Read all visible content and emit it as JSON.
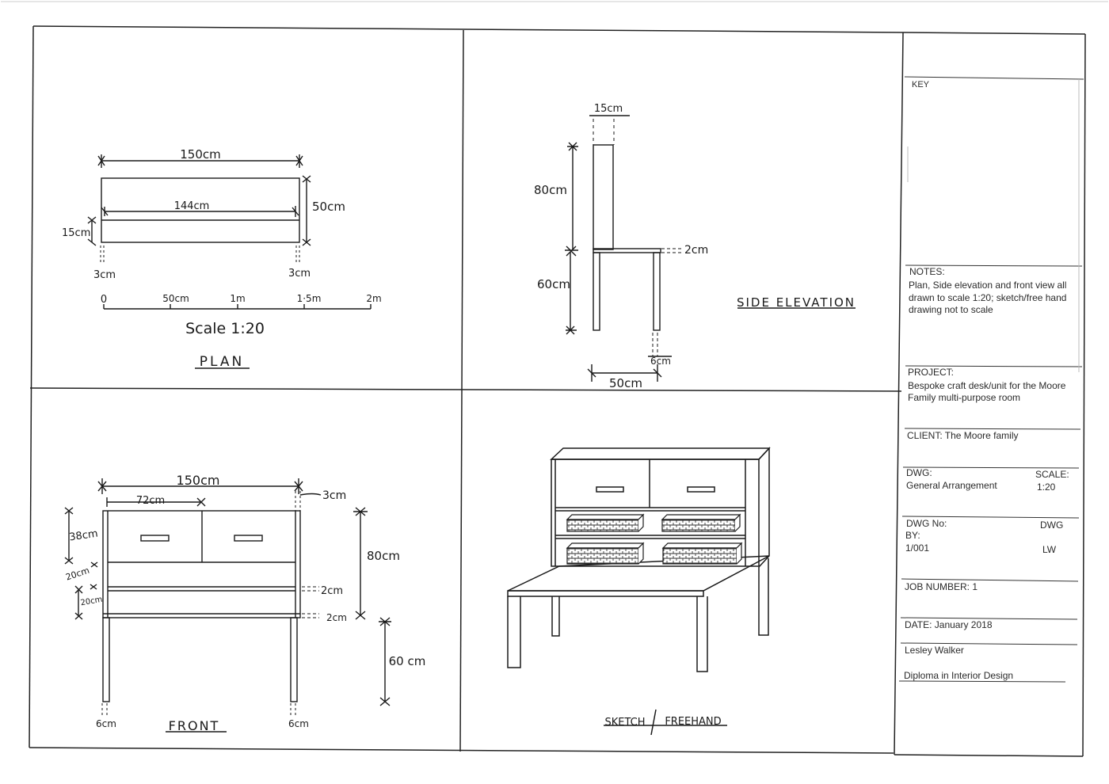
{
  "plan": {
    "overall_width": "150cm",
    "inner_width": "144cm",
    "depth": "50cm",
    "shelf_depth": "15cm",
    "side_left": "3cm",
    "side_right": "3cm",
    "scale_ticks": [
      "0",
      "50cm",
      "1m",
      "1·5m",
      "2m"
    ],
    "scale_label": "Scale 1:20",
    "title": "PLAN"
  },
  "side": {
    "top_depth": "15cm",
    "upper_height": "80cm",
    "lower_height": "60cm",
    "top_thickness": "2cm",
    "leg": "6cm",
    "depth": "50cm",
    "title": "SIDE ELEVATION"
  },
  "front": {
    "overall_width": "150cm",
    "drawer_width": "72cm",
    "side": "3cm",
    "drawer_height": "38cm",
    "shelf1": "20cm",
    "shelf2": "20cm",
    "top1": "2cm",
    "top2": "2cm",
    "upper_height": "80cm",
    "lower_height": "60 cm",
    "leg_left": "6cm",
    "leg_right": "6cm",
    "title": "FRONT"
  },
  "sketch": {
    "title_a": "SKETCH",
    "title_b": "FREEHAND"
  },
  "title_block": {
    "key_label": "KEY",
    "notes_label": "NOTES:",
    "notes_lines": [
      "Plan, Side elevation and front view all",
      "drawn to scale 1:20; sketch/free hand",
      "drawing not to scale"
    ],
    "project_label": "PROJECT:",
    "project_lines": [
      "Bespoke craft desk/unit for the Moore",
      "Family multi-purpose room"
    ],
    "client": "CLIENT: The Moore family",
    "dwg_label": "DWG:",
    "dwg_value": "General Arrangement",
    "scale_label": "SCALE:",
    "scale_value": "1:20",
    "dwg_no_label": "DWG No:",
    "by_label": "BY:",
    "dwg_no_value": "1/001",
    "dwg_by_label": "DWG",
    "dwg_by_value": "LW",
    "job_number": "JOB NUMBER: 1",
    "date": "DATE: January 2018",
    "author": "Lesley Walker",
    "course": "Diploma in Interior Design"
  }
}
